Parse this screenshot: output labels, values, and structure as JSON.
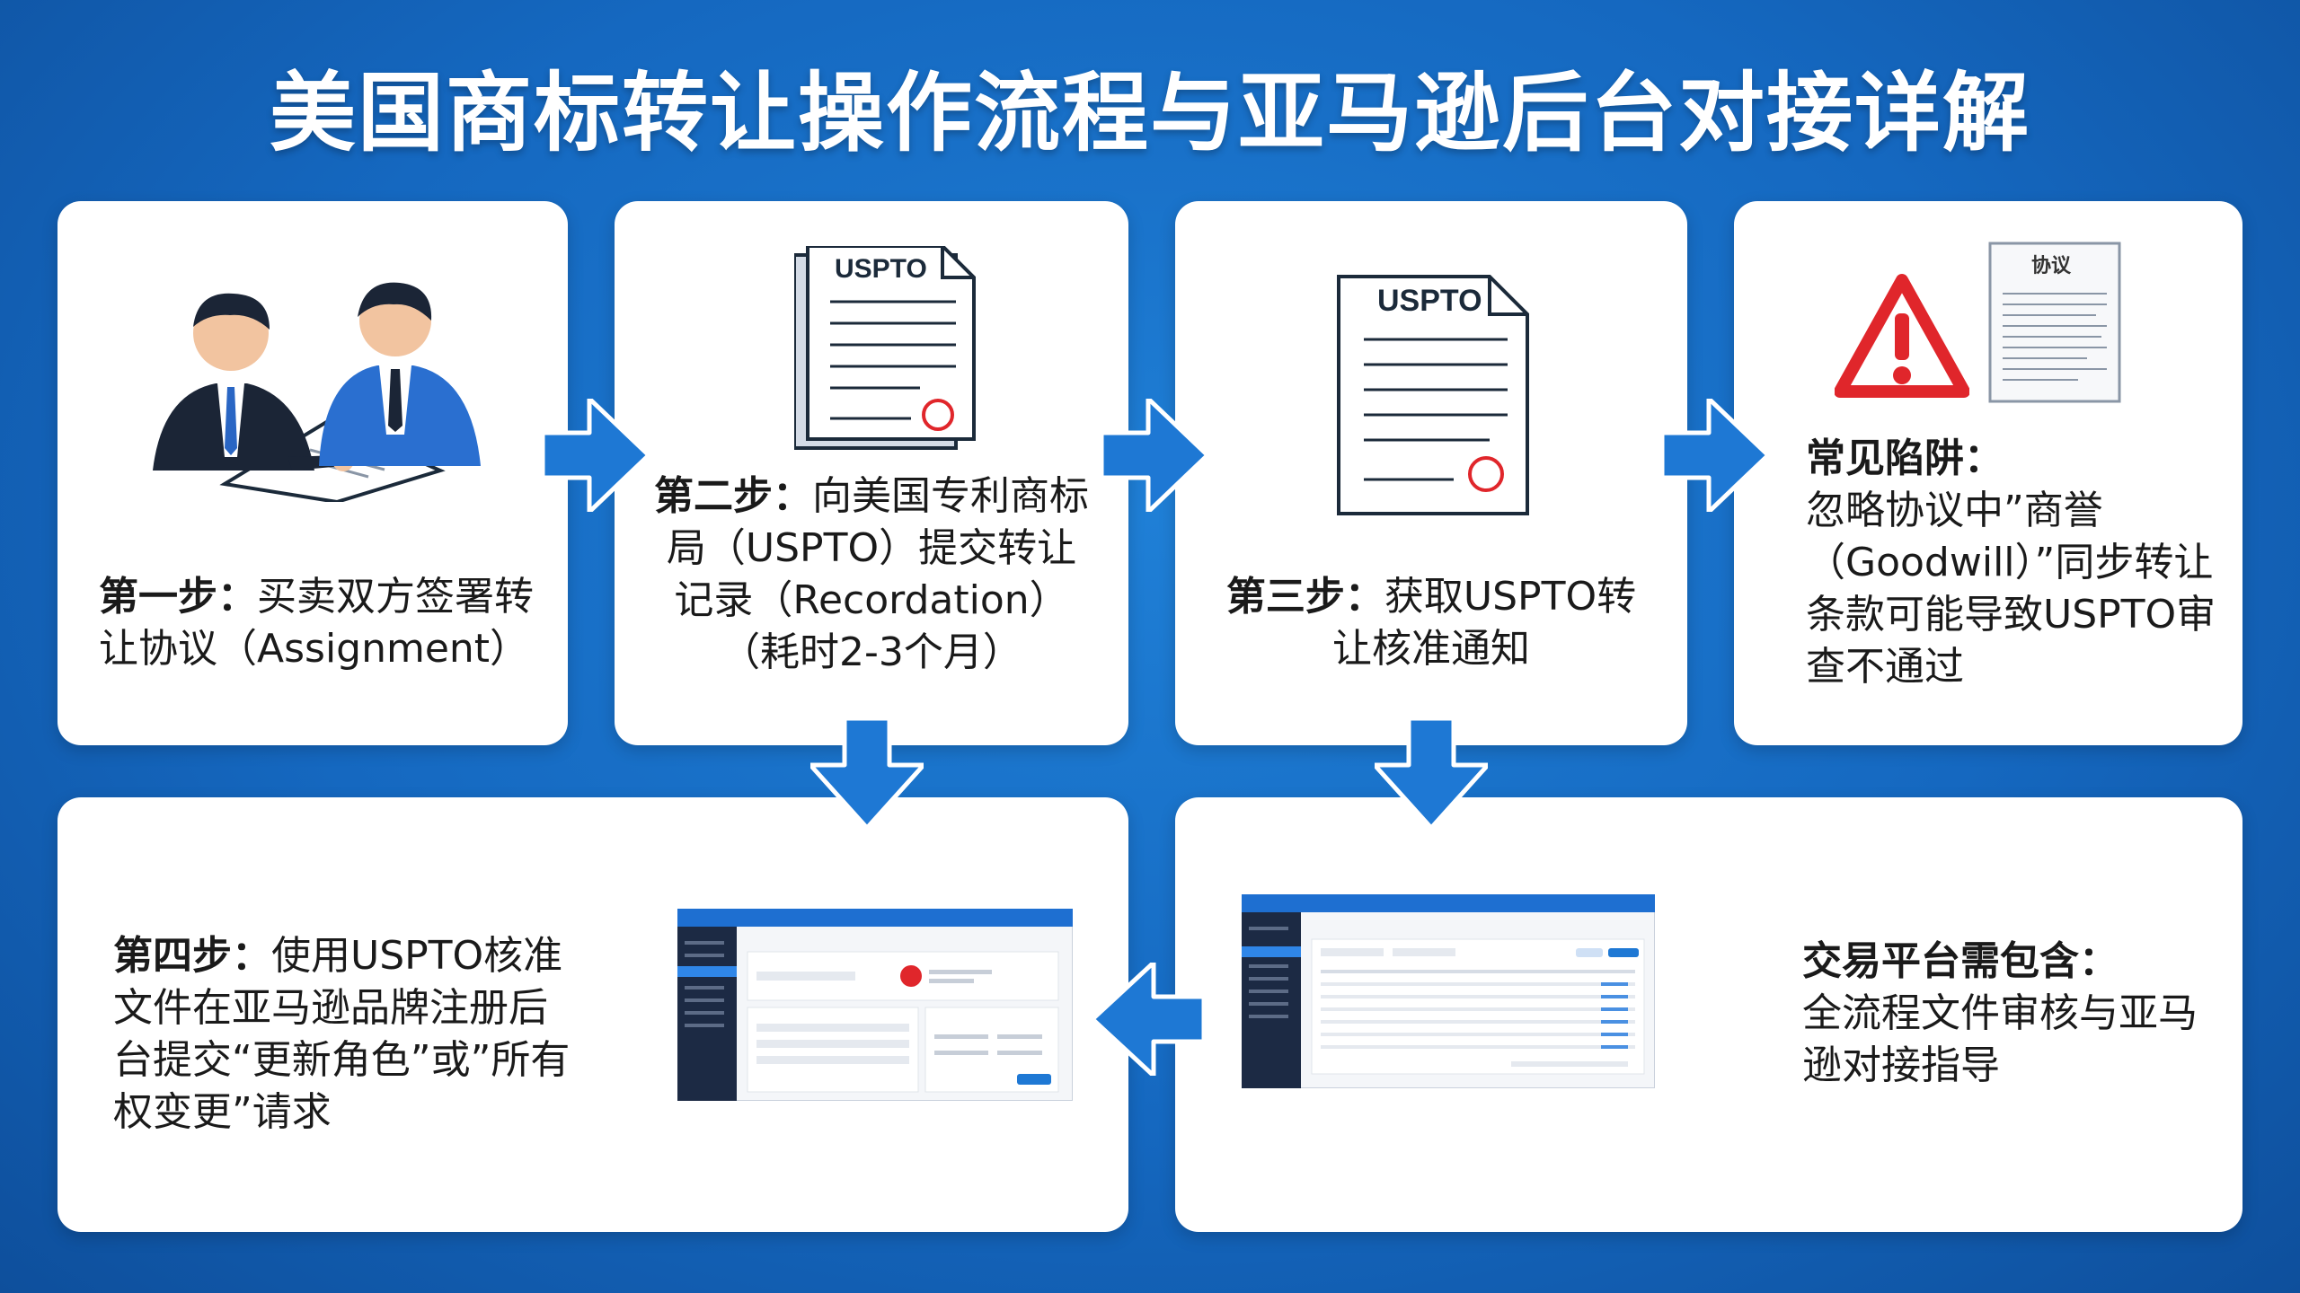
{
  "title": "美国商标转让操作流程与亚马逊后台对接详解",
  "colors": {
    "background": "#1568c0",
    "card": "#ffffff",
    "accent": "#1e78d4",
    "warning": "#e0262b"
  },
  "steps": {
    "step1": {
      "label": "第一步：",
      "text": "买卖双方签署转让协议（Assignment）"
    },
    "step2": {
      "label": "第二步：",
      "text": "向美国专利商标局（USPTO）提交转让记录（Recordation）（耗时2-3个月）",
      "doc_label": "USPTO"
    },
    "step3": {
      "label": "第三步：",
      "text": "获取USPTO转让核准通知",
      "doc_label": "USPTO"
    },
    "pitfall": {
      "label": "常见陷阱：",
      "text": "忽略协议中”商誉（Goodwill）”同步转让条款可能导致USPTO审查不通过",
      "doc_label": "协议"
    },
    "step4": {
      "label": "第四步：",
      "text": "使用USPTO核准文件在亚马逊品牌注册后台提交“更新角色”或”所有权变更”请求"
    },
    "platform": {
      "label": "交易平台需包含：",
      "text": "全流程文件审核与亚马逊对接指导"
    }
  },
  "icons": [
    "handshake-signing-illustration",
    "document-icon",
    "stamp-icon",
    "warning-triangle-icon",
    "arrow-right-icon",
    "arrow-down-icon",
    "arrow-left-icon",
    "dashboard-screenshot"
  ]
}
